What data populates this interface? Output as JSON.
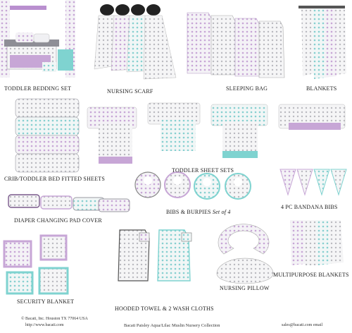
{
  "labels": {
    "toddler_bedding_set": "TODDLER BEDDING SET",
    "nursing_scarf": "NURSING SCARF",
    "sleeping_bag": "SLEEPING BAG",
    "blankets": "BLANKETS",
    "crib_fitted_sheets": "CRIB/TODDLER BED FITTED SHEETS",
    "toddler_sheet_sets": "TODDLER SHEET SETS",
    "bibs_burpies": "BIBS & BURPIES",
    "bibs_burpies_suffix": "Set of 4",
    "bandana_bibs": "4 PC BANDANA BIBS",
    "diaper_pad_cover": "DIAPER CHANGING PAD COVER",
    "security_blanket": "SECURITY BLANKET",
    "hooded_towel": "HOODED TOWEL & 2 WASH CLOTHS",
    "nursing_pillow": "NURSING PILLOW",
    "multipurpose_blankets": "MULTIPURPOSE BLANKETS"
  },
  "footer": {
    "company": "© Bacati, Inc. Houston TX 77064 USA",
    "website": "http://www.bacati.com",
    "collection": "Bacati  Paisley Aqua/Lilac Muslin Nursery  Collection",
    "email": "sales@bacati.com email"
  },
  "colors": {
    "lilac": "#c7a6d6",
    "aqua": "#7fd3d0",
    "gray": "#d9d9dc",
    "dark": "#2a2a2a"
  }
}
